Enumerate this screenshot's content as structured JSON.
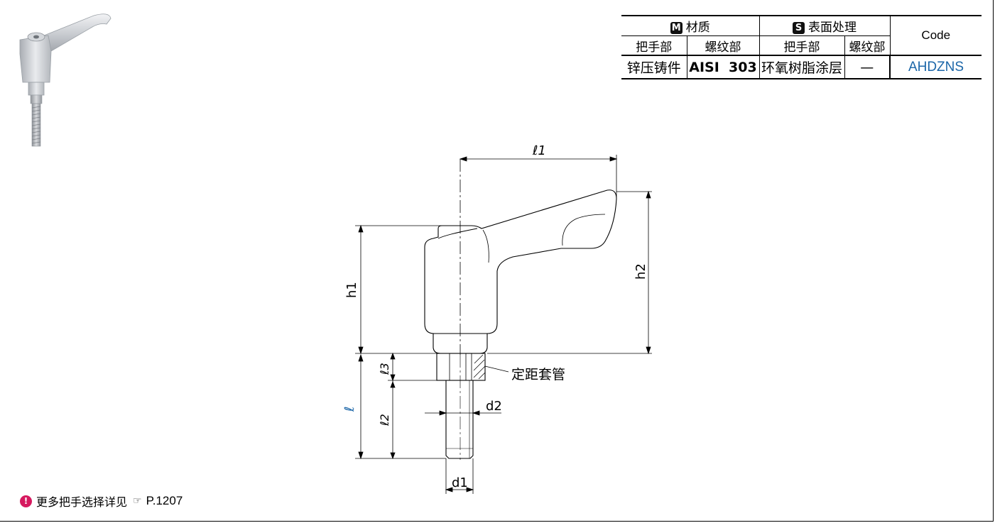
{
  "spec_table": {
    "material_badge": "M",
    "material_label": "材质",
    "surface_badge": "S",
    "surface_label": "表面处理",
    "code_header": "Code",
    "sub_handle": "把手部",
    "sub_thread": "螺纹部",
    "sub_handle_2": "把手部",
    "sub_thread_2": "螺纹部",
    "handle_material": "锌压铸件",
    "thread_material": "AISI  303",
    "handle_surface": "环氧树脂涂层",
    "thread_surface": "—",
    "code_value": "AHDZNS"
  },
  "drawing": {
    "l1": "ℓ1",
    "h1": "h1",
    "h2": "h2",
    "l3": "ℓ3",
    "l2": "ℓ2",
    "l": "ℓ",
    "d1": "d1",
    "d2": "d2",
    "spacer_label": "定距套管"
  },
  "note": {
    "marker": "!",
    "text": "更多把手选择详见",
    "ref_icon": "☞",
    "ref_page": "P.1207"
  },
  "colors": {
    "code_blue": "#1b66a8",
    "note_marker": "#d6195f",
    "dimension_l_blue": "#1b66a8"
  }
}
